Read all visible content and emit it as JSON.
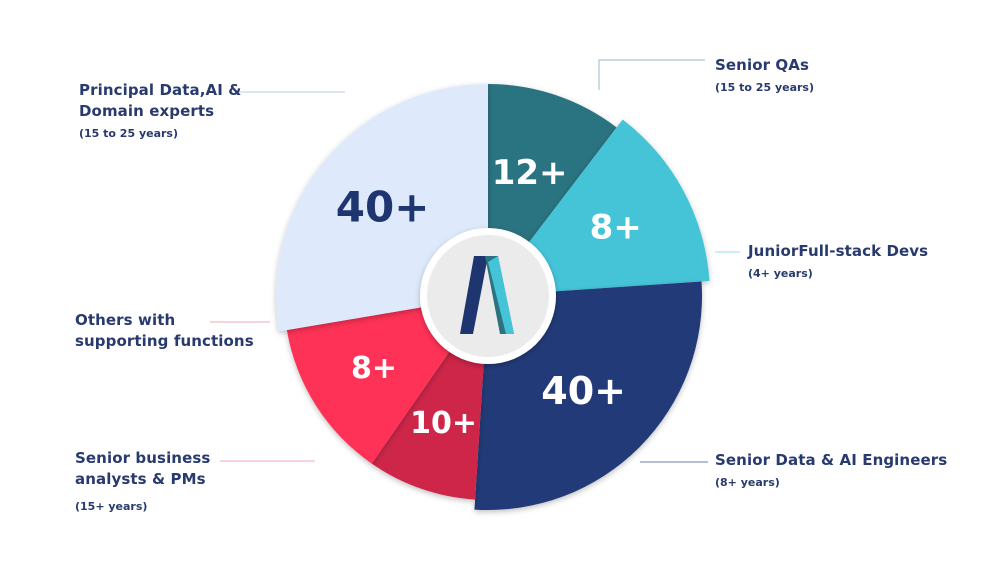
{
  "chart_data": {
    "type": "pie",
    "slices": [
      {
        "label": "Senior QAs",
        "sub": "(15 to 25 years)",
        "value": "12+",
        "weight": 36,
        "color": "#2b7380"
      },
      {
        "label": "JuniorFull-stack Devs",
        "sub": "(4+ years)",
        "value": "8+",
        "weight": 47,
        "color": "#45c4d8"
      },
      {
        "label": "Senior Data & AI Engineers",
        "sub": "(8+ years)",
        "value": "40+",
        "weight": 94,
        "color": "#203b78"
      },
      {
        "label": "Senior business analysts & PMs",
        "sub": "(15+ years)",
        "value": "10+",
        "weight": 30,
        "color": "#cd2749"
      },
      {
        "label": "Others with supporting functions",
        "sub": "",
        "value": "8+",
        "weight": 44,
        "color": "#fe3056"
      },
      {
        "label": "Principal Data,AI & Domain experts",
        "sub": "(15 to 25 years)",
        "value": "40+",
        "weight": 96,
        "color": "#deeafb"
      }
    ]
  },
  "colors": {
    "label_text": "#283a6e",
    "value_light": "#ffffff",
    "value_dark": "#1f3570",
    "leader_teal": "#9ab8c0",
    "leader_cyan": "#93dde8",
    "leader_navy": "#6a7fae",
    "leader_pink": "#f4a6b8",
    "leader_blue": "#b9cbe5"
  },
  "logo": {
    "icon": "letter-a-logo-icon"
  }
}
